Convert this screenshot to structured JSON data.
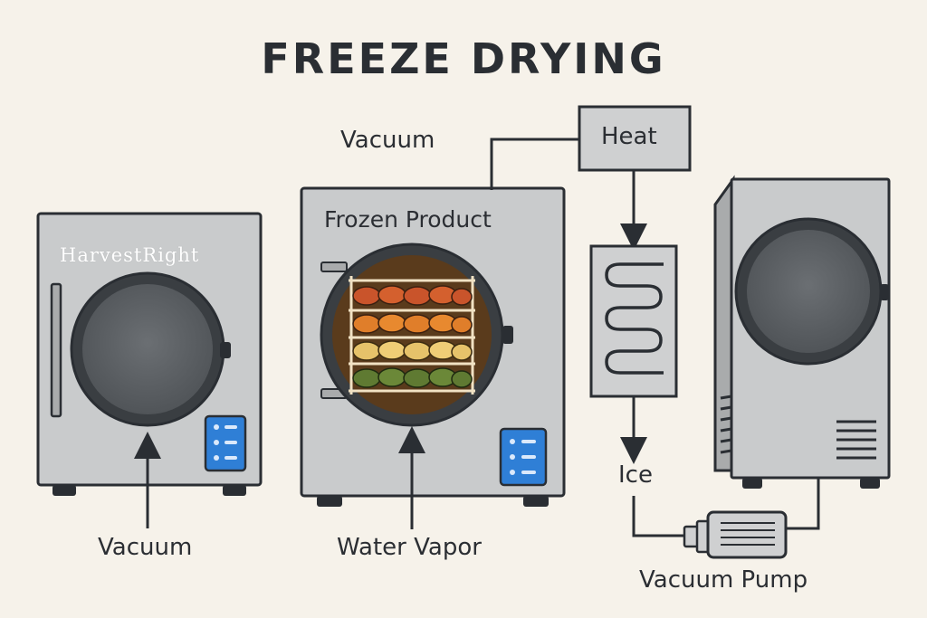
{
  "title": "FREEZE DRYING",
  "brand": "HarvestRight",
  "labels": {
    "vacuum_top": "Vacuum",
    "heat": "Heat",
    "frozen_product": "Frozen Product",
    "ice": "Ice",
    "vacuum_bottom": "Vacuum",
    "water_vapor": "Water Vapor",
    "vacuum_pump": "Vacuum Pump"
  },
  "colors": {
    "background": "#f6f2ea",
    "machine_body": "#c9cbcc",
    "outline": "#2a2e33",
    "control_panel": "#2f7fd6",
    "tray_red": "#c9542b",
    "tray_orange": "#e07e2a",
    "tray_yellow": "#e6c26a",
    "tray_green": "#5f7a32"
  },
  "icons": {
    "handle": "handle-icon",
    "window": "porthole-window",
    "panel": "control-panel",
    "coil": "condenser-coil",
    "vent": "vent-slats"
  }
}
